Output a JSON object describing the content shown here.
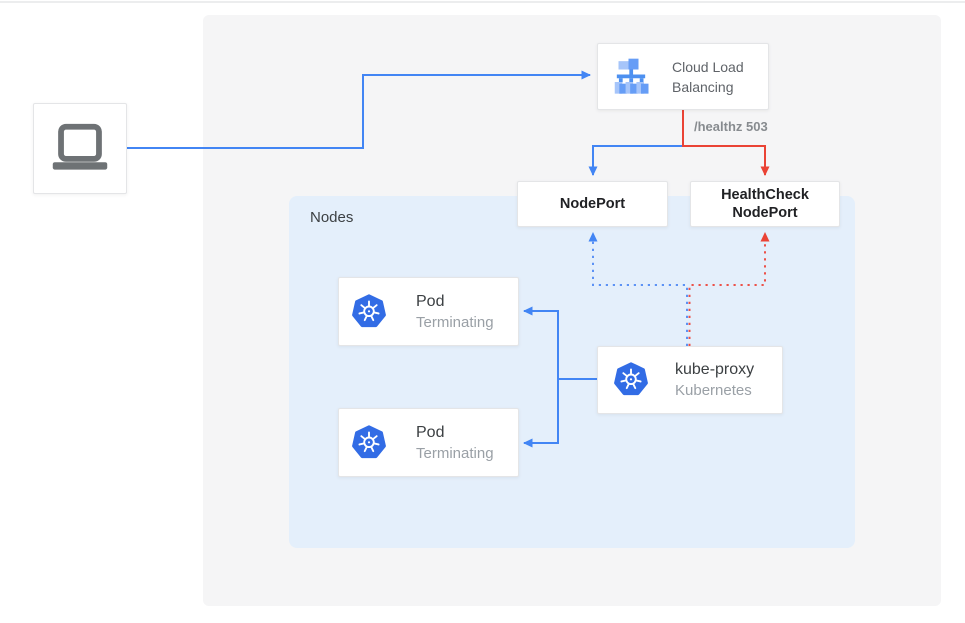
{
  "colors": {
    "blue": "#4285f4",
    "red": "#ea4335",
    "dotted_blue": "#5c92f5",
    "dotted_red": "#ec5148",
    "panel_bg": "#f5f5f6",
    "nodes_panel_bg": "#e4effb",
    "kubernetes_blue": "#326ce5",
    "laptop_gray": "#6e7275"
  },
  "nodes_panel": {
    "label": "Nodes"
  },
  "load_balancer": {
    "icon": "cloud-load-balancing-icon",
    "title_line1": "Cloud Load",
    "title_line2": "Balancing"
  },
  "health_label": "/healthz 503",
  "nodeport": {
    "label": "NodePort"
  },
  "healthcheck_nodeport": {
    "label_line1": "HealthCheck",
    "label_line2": "NodePort"
  },
  "pods": [
    {
      "icon": "kubernetes-icon",
      "title": "Pod",
      "status": "Terminating"
    },
    {
      "icon": "kubernetes-icon",
      "title": "Pod",
      "status": "Terminating"
    }
  ],
  "kube_proxy": {
    "icon": "kubernetes-icon",
    "title": "kube-proxy",
    "subtitle": "Kubernetes"
  },
  "client": {
    "icon": "laptop-icon"
  }
}
